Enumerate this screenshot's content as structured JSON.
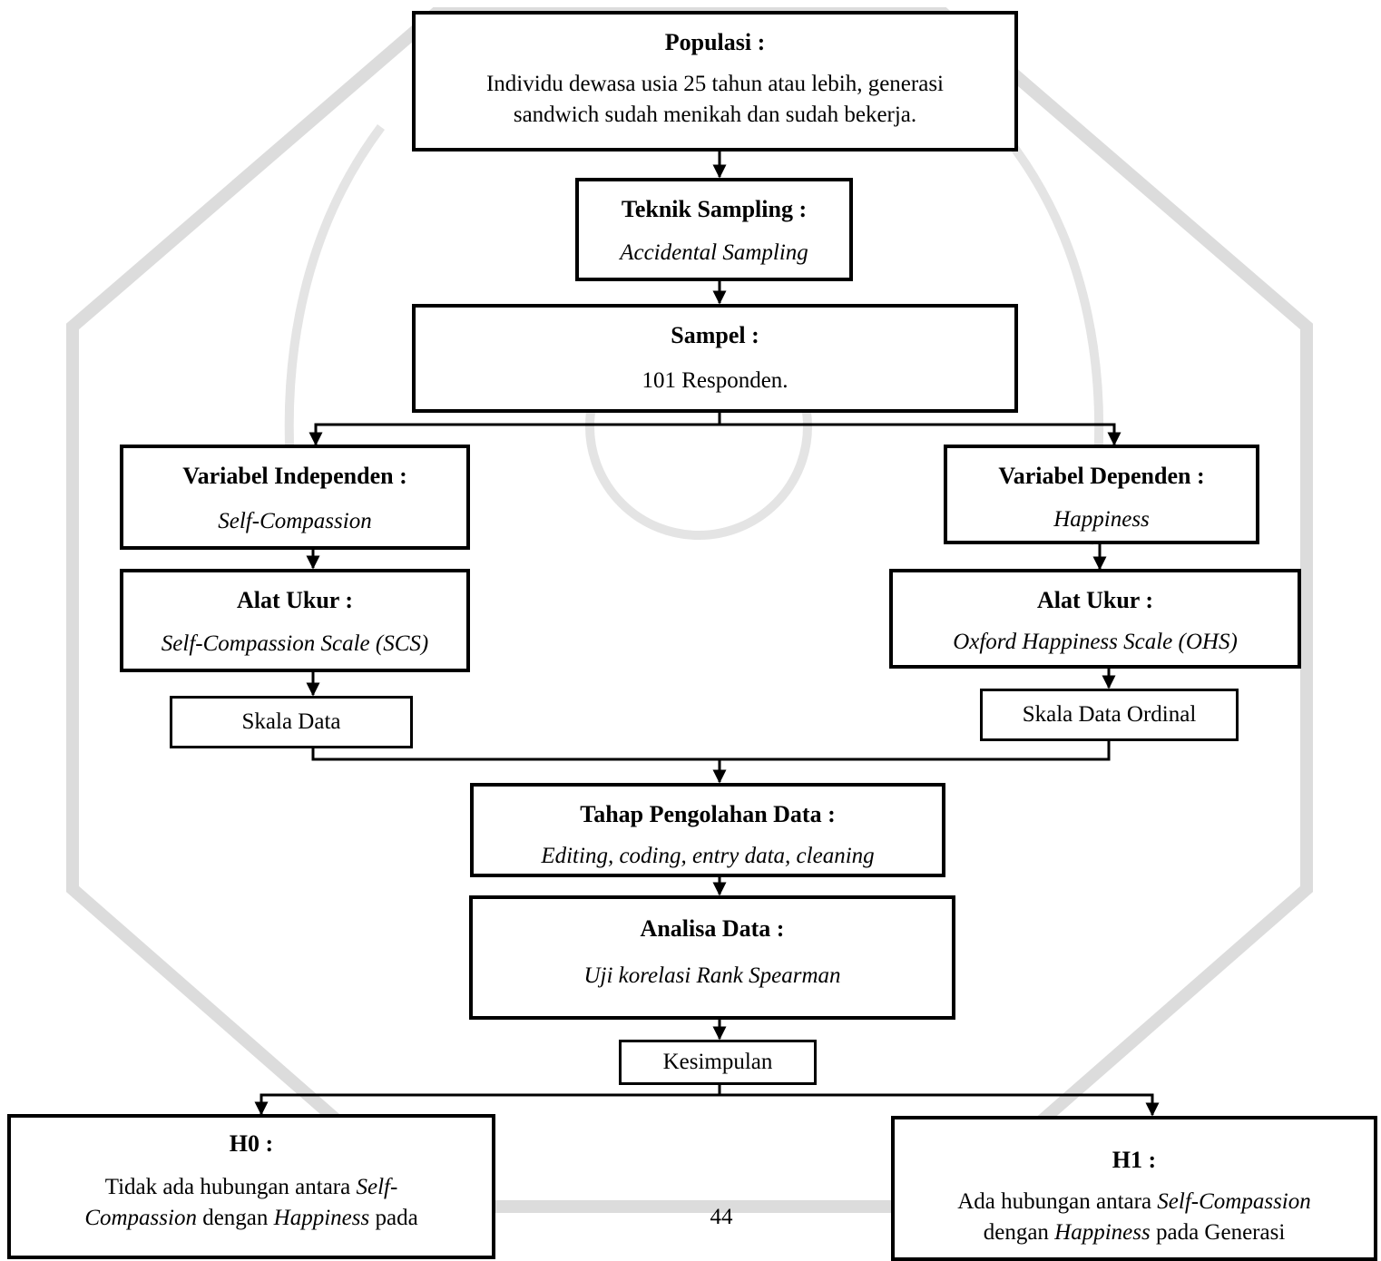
{
  "colors": {
    "box_border": "#000000",
    "watermark": "#d9d9d9",
    "background": "#ffffff"
  },
  "watermark": {
    "description_icon": "university-emblem-watermark"
  },
  "populasi": {
    "title": "Populasi :",
    "text": "Individu dewasa usia 25 tahun atau lebih, generasi sandwich sudah menikah dan sudah bekerja."
  },
  "teknik": {
    "title": "Teknik Sampling :",
    "text": "Accidental Sampling"
  },
  "sampel": {
    "title": "Sampel :",
    "text": "101 Responden."
  },
  "var_independen": {
    "title": "Variabel Independen :",
    "text": "Self-Compassion"
  },
  "alat_ukur_kiri": {
    "title": "Alat Ukur :",
    "text": "Self-Compassion Scale (SCS)"
  },
  "skala_kiri": {
    "text": "Skala Data"
  },
  "var_dependen": {
    "title": "Variabel Dependen :",
    "text": "Happiness"
  },
  "alat_ukur_kanan": {
    "title": "Alat Ukur :",
    "text": "Oxford Happiness Scale (OHS)"
  },
  "skala_kanan": {
    "text": "Skala Data Ordinal"
  },
  "pengolahan": {
    "title": "Tahap Pengolahan Data :",
    "text": "Editing, coding, entry data, cleaning"
  },
  "analisa": {
    "title": "Analisa Data :",
    "text": "Uji korelasi Rank Spearman"
  },
  "kesimpulan": {
    "text": "Kesimpulan"
  },
  "h0": {
    "title": "H0 :",
    "text_1": "Tidak ada hubungan antara ",
    "text_2": "Self-Compassion",
    "text_3": " dengan ",
    "text_4": "Happiness",
    "text_5": " pada"
  },
  "h1": {
    "title": "H1 :",
    "text_1": "Ada hubungan antara ",
    "text_2": "Self-Compassion",
    "text_3": " dengan ",
    "text_4": "Happiness",
    "text_5": " pada Generasi"
  },
  "page_number": "44"
}
